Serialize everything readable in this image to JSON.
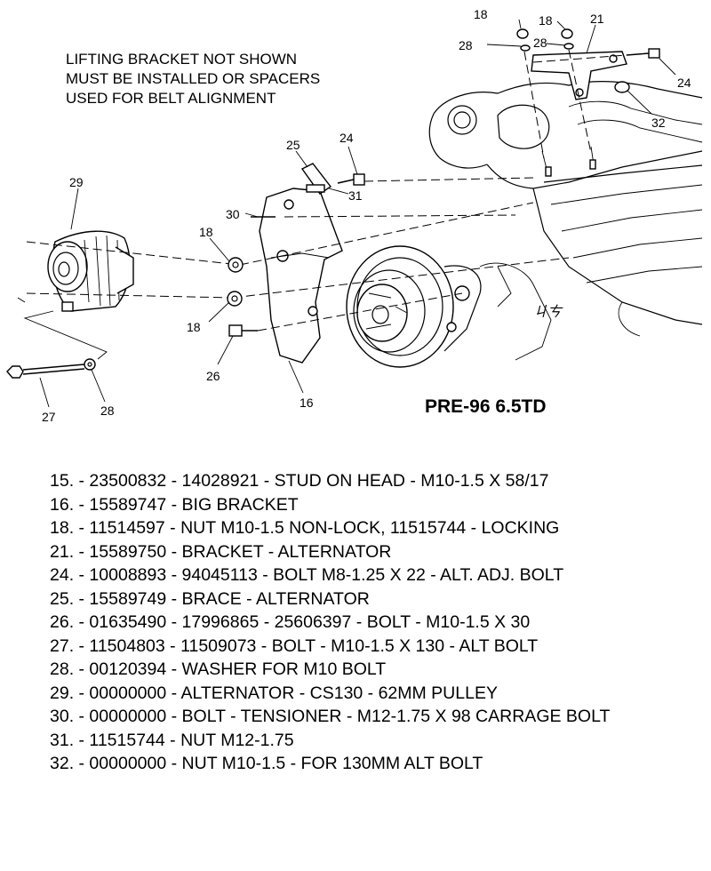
{
  "diagram": {
    "note_lines": [
      "LIFTING BRACKET NOT SHOWN",
      "MUST BE INSTALLED OR SPACERS",
      "USED FOR BELT ALIGNMENT"
    ],
    "title": "PRE-96 6.5TD",
    "callouts": {
      "c18a": "18",
      "c18b": "18",
      "c28a": "28",
      "c28b": "28",
      "c21": "21",
      "c24a": "24",
      "c32": "32",
      "c25": "25",
      "c24b": "24",
      "c31": "31",
      "c30": "30",
      "c29": "29",
      "c18c": "18",
      "c18d": "18",
      "c26": "26",
      "c16": "16",
      "c27": "27",
      "c28c": "28"
    }
  },
  "parts_list": [
    "15. - 23500832 - 14028921 - STUD ON HEAD - M10-1.5 X 58/17",
    "16. - 15589747 - BIG BRACKET",
    "18. - 11514597 - NUT M10-1.5 NON-LOCK, 11515744 - LOCKING",
    "21. - 15589750 - BRACKET - ALTERNATOR",
    "24. - 10008893 - 94045113 - BOLT M8-1.25 X 22 - ALT. ADJ. BOLT",
    "25. - 15589749 - BRACE - ALTERNATOR",
    "26. - 01635490 - 17996865 - 25606397 - BOLT - M10-1.5 X 30",
    "27. - 11504803 - 11509073 - BOLT - M10-1.5 X 130 - ALT BOLT",
    "28. - 00120394 - WASHER FOR M10 BOLT",
    "29. - 00000000 - ALTERNATOR - CS130 - 62MM PULLEY",
    "30. - 00000000 - BOLT - TENSIONER - M12-1.75 X 98 CARRAGE BOLT",
    "31. - 11515744 - NUT M12-1.75",
    "32. - 00000000 - NUT M10-1.5 - FOR 130MM ALT BOLT"
  ]
}
